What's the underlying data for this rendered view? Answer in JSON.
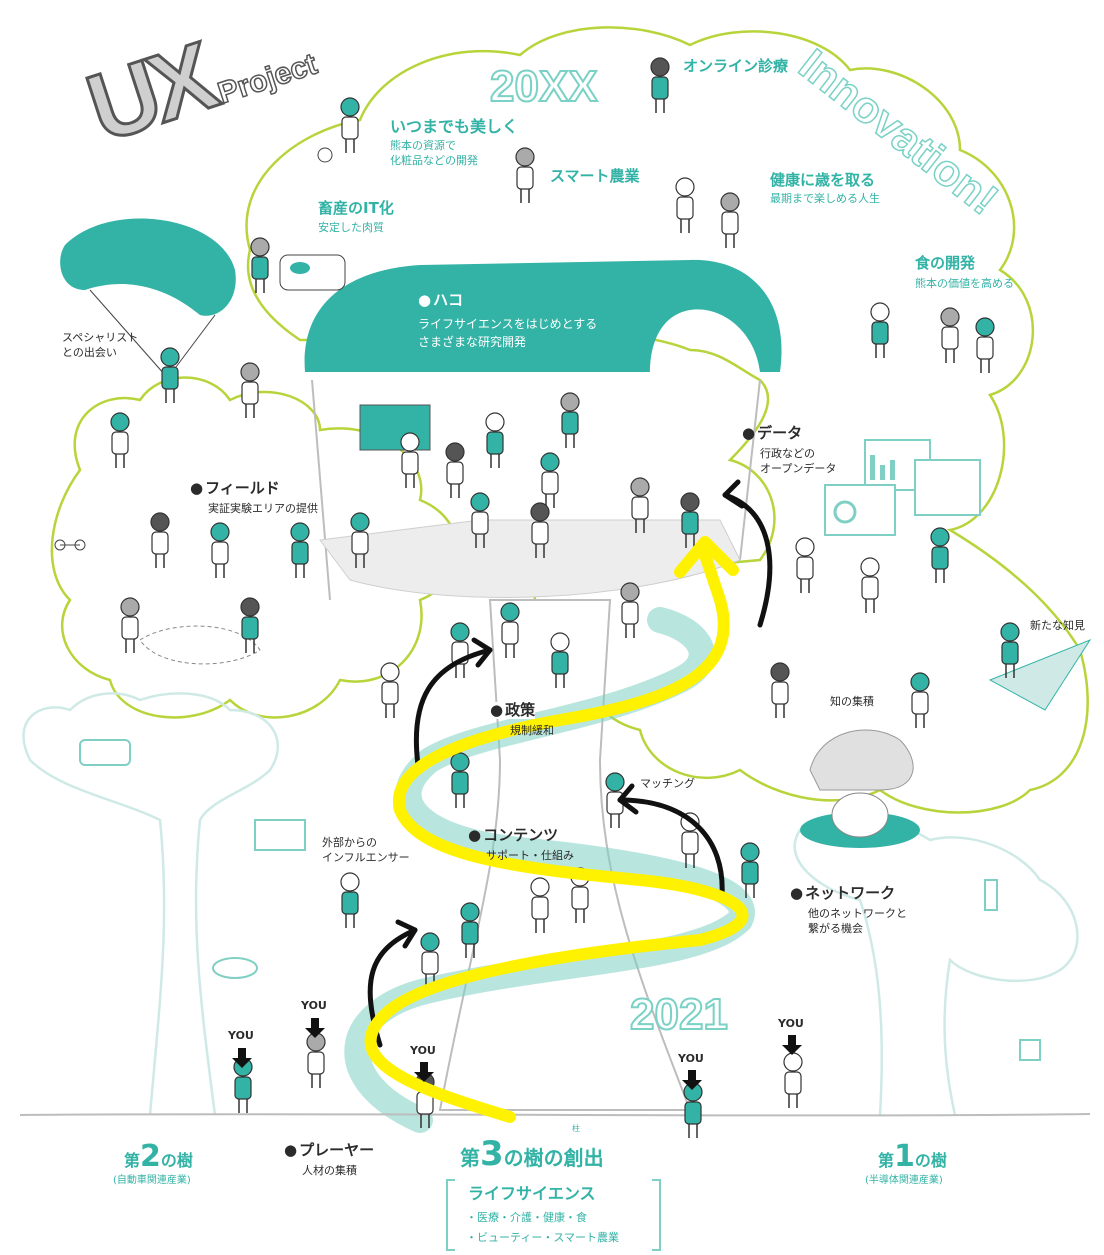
{
  "logo": {
    "letters": "UX",
    "sub": "Project"
  },
  "future": {
    "year": "20XX",
    "innovation": "Innovation!"
  },
  "present": {
    "year": "2021"
  },
  "items": {
    "online": "オンライン診療",
    "beauty_title": "いつまでも美しく",
    "beauty_sub1": "熊本の資源で",
    "beauty_sub2": "化粧品などの開発",
    "smart_farm": "スマート農業",
    "aging_title": "健康に歳を取る",
    "aging_sub": "最期まで楽しめる人生",
    "livestock_title": "畜産のIT化",
    "livestock_sub": "安定した肉質",
    "food_title": "食の開発",
    "food_sub": "熊本の価値を高める",
    "specialist1": "スペシャリスト",
    "specialist2": "との出会い",
    "hako_title": "ハコ",
    "hako_sub1": "ライフサイエンスをはじめとする",
    "hako_sub2": "さまざまな研究開発",
    "data_title": "データ",
    "data_sub1": "行政などの",
    "data_sub2": "オープンデータ",
    "field_title": "フィールド",
    "field_sub": "実証実験エリアの提供",
    "policy_title": "政策",
    "policy_sub": "規制緩和",
    "new_knowledge": "新たな知見",
    "knowledge_accum": "知の集積",
    "matching": "マッチング",
    "contents_title": "コンテンツ",
    "contents_sub": "サポート・仕組み",
    "influencer1": "外部からの",
    "influencer2": "インフルエンサー",
    "network_title": "ネットワーク",
    "network_sub1": "他のネットワークと",
    "network_sub2": "繋がる機会",
    "player_title": "プレーヤー",
    "player_sub": "人材の集積"
  },
  "you_label": "YOU",
  "trees": {
    "second_a": "第",
    "second_num": "2",
    "second_b": "の樹",
    "second_sub": "(自動車関連産業)",
    "first_a": "第",
    "first_num": "1",
    "first_b": "の樹",
    "first_sub": "(半導体関連産業)",
    "third_a": "第",
    "third_num": "3",
    "third_b": "の樹の創出",
    "third_ruby": "柱",
    "life_title": "ライフサイエンス",
    "life_line1": "・医療・介護・健康・食",
    "life_line2": "・ビューティー・スマート農業"
  },
  "colors": {
    "teal": "#33b3a6",
    "lime": "#b7d43a",
    "yellow": "#fff200",
    "arrow": "#111111",
    "grey": "#9a9a9a"
  }
}
